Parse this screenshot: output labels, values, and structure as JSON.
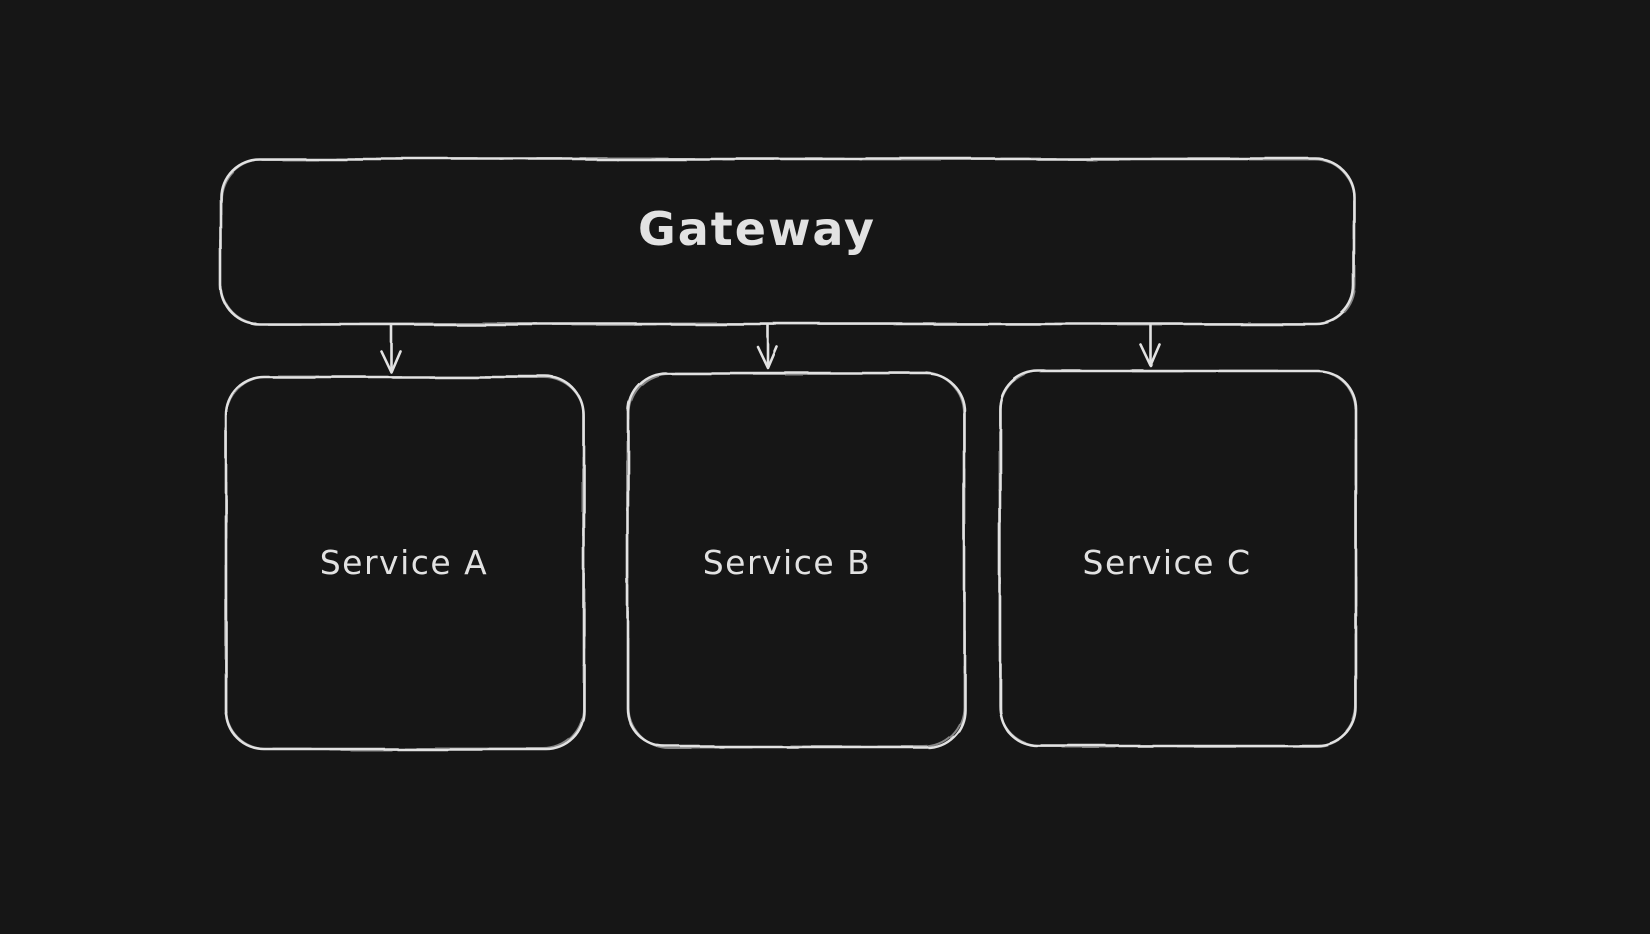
{
  "theme": {
    "background": "#161616",
    "stroke": "#e2e2e2",
    "text": "#e2e2e2"
  },
  "diagram": {
    "nodes": [
      {
        "id": "gateway",
        "label": "Gateway",
        "shape": "rounded-rectangle"
      },
      {
        "id": "service-a",
        "label": "Service A",
        "shape": "rounded-rectangle"
      },
      {
        "id": "service-b",
        "label": "Service B",
        "shape": "rounded-rectangle"
      },
      {
        "id": "service-c",
        "label": "Service C",
        "shape": "rounded-rectangle"
      }
    ],
    "edges": [
      {
        "from": "gateway",
        "to": "service-a",
        "type": "arrow",
        "direction": "down"
      },
      {
        "from": "gateway",
        "to": "service-b",
        "type": "arrow",
        "direction": "down"
      },
      {
        "from": "gateway",
        "to": "service-c",
        "type": "arrow",
        "direction": "down"
      }
    ]
  }
}
